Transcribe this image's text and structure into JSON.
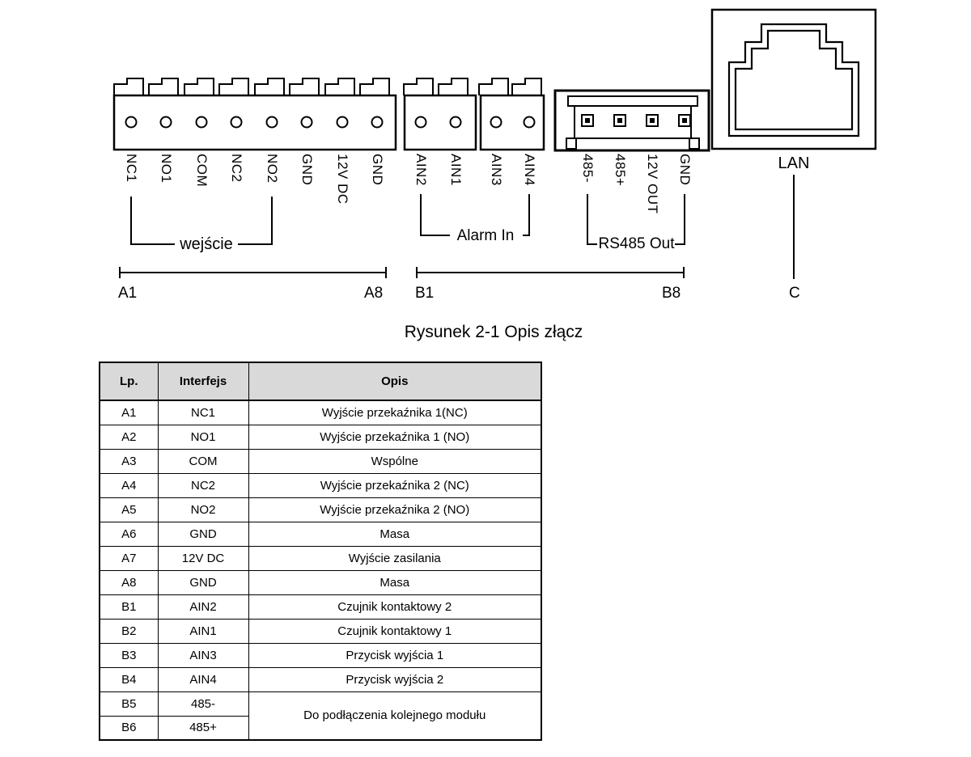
{
  "title": "Rysunek 2-1 Opis złącz",
  "colors": {
    "table_header_bg": "#d9d9d9",
    "line": "#000000"
  },
  "diagram": {
    "terminal_a": {
      "pins": [
        "NC1",
        "NO1",
        "COM",
        "NC2",
        "NO2",
        "GND",
        "12V DC",
        "GND"
      ],
      "bracket": "wejście",
      "span": {
        "start": "A1",
        "end": "A8"
      }
    },
    "terminal_b": {
      "pins": [
        "AIN2",
        "AIN1",
        "AIN3",
        "AIN4"
      ],
      "bracket": "Alarm In",
      "span": {
        "start": "B1",
        "end": "B8"
      }
    },
    "rs485": {
      "pins": [
        "485-",
        "485+",
        "12V OUT",
        "GND"
      ],
      "bracket": "RS485 Out"
    },
    "lan": {
      "label": "LAN",
      "span": "C"
    }
  },
  "table": {
    "headers": [
      "Lp.",
      "Interfejs",
      "Opis"
    ],
    "rows": [
      {
        "lp": "A1",
        "interfejs": "NC1",
        "opis": "Wyjście przekaźnika 1(NC)"
      },
      {
        "lp": "A2",
        "interfejs": "NO1",
        "opis": "Wyjście przekaźnika 1 (NO)"
      },
      {
        "lp": "A3",
        "interfejs": "COM",
        "opis": "Wspólne"
      },
      {
        "lp": "A4",
        "interfejs": "NC2",
        "opis": "Wyjście przekaźnika 2 (NC)"
      },
      {
        "lp": "A5",
        "interfejs": "NO2",
        "opis": "Wyjście przekaźnika 2 (NO)"
      },
      {
        "lp": "A6",
        "interfejs": "GND",
        "opis": "Masa"
      },
      {
        "lp": "A7",
        "interfejs": "12V DC",
        "opis": "Wyjście zasilania"
      },
      {
        "lp": "A8",
        "interfejs": "GND",
        "opis": "Masa"
      },
      {
        "lp": "B1",
        "interfejs": "AIN2",
        "opis": "Czujnik kontaktowy 2"
      },
      {
        "lp": "B2",
        "interfejs": "AIN1",
        "opis": "Czujnik kontaktowy 1"
      },
      {
        "lp": "B3",
        "interfejs": "AIN3",
        "opis": "Przycisk wyjścia 1"
      },
      {
        "lp": "B4",
        "interfejs": "AIN4",
        "opis": "Przycisk wyjścia 2"
      },
      {
        "lp": "B5",
        "interfejs": "485-"
      },
      {
        "lp": "B6",
        "interfejs": "485+"
      }
    ],
    "merged_opis": "Do podłączenia kolejnego modułu"
  }
}
